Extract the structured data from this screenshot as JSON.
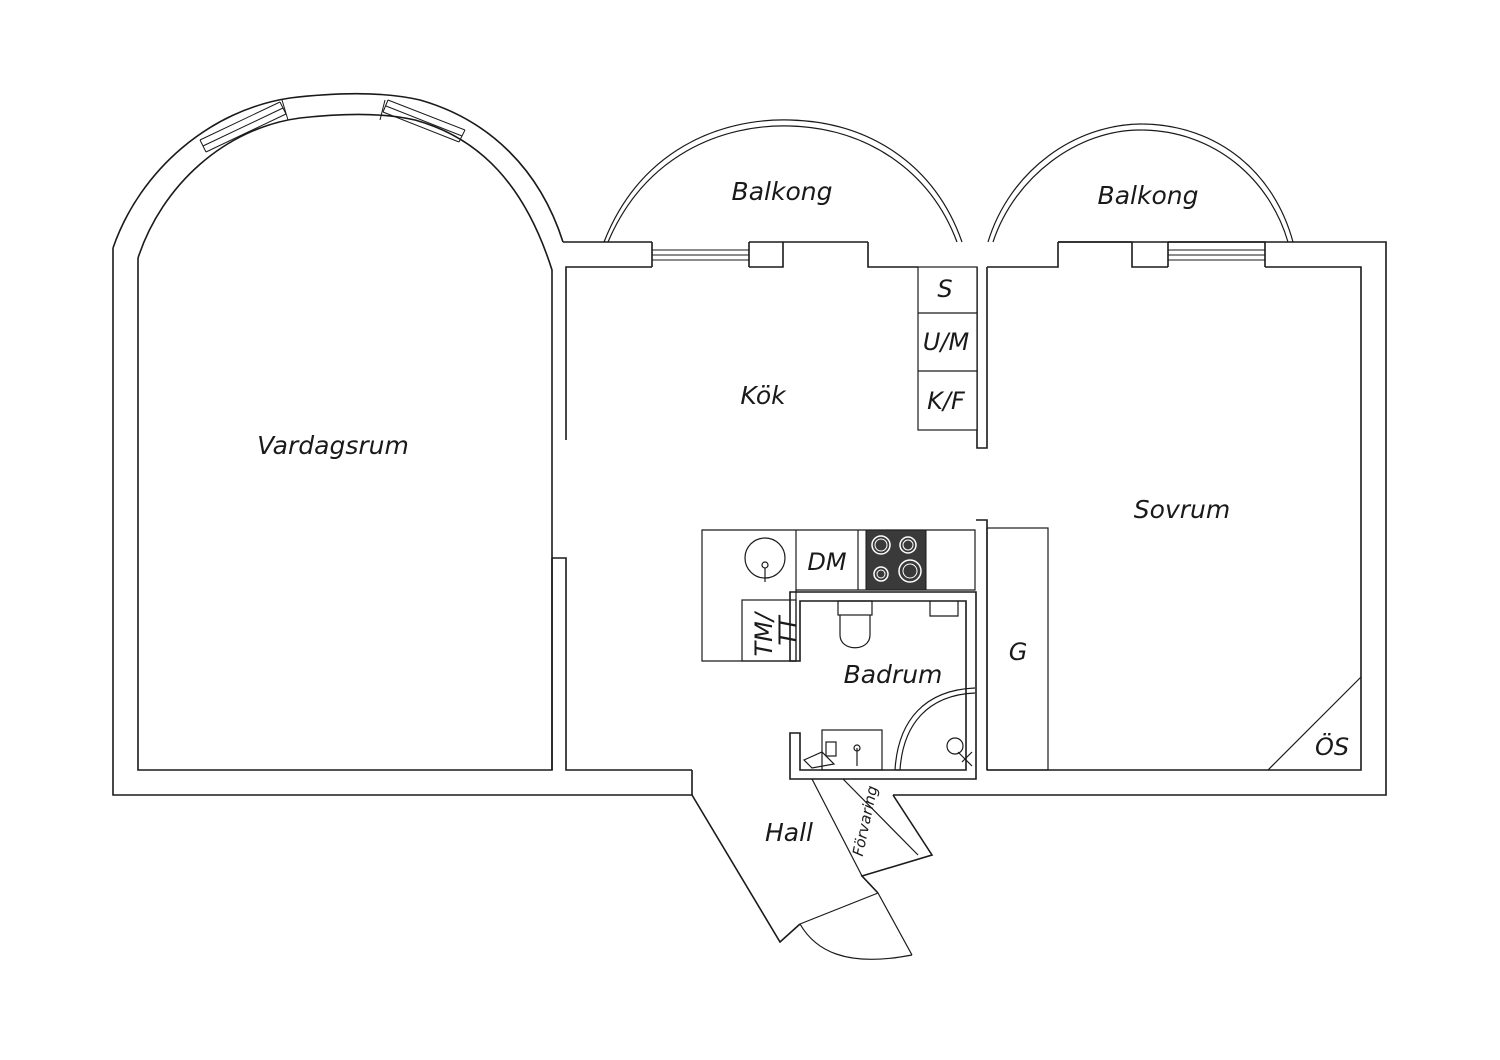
{
  "rooms": {
    "vardagsrum": "Vardagsrum",
    "kok": "Kök",
    "sovrum": "Sovrum",
    "badrum": "Badrum",
    "hall": "Hall",
    "balkong_1": "Balkong",
    "balkong_2": "Balkong"
  },
  "fixtures": {
    "s": "S",
    "um": "U/M",
    "kf": "K/F",
    "dm": "DM",
    "tm_tt": "TM/\nTT",
    "g": "G",
    "os": "ÖS",
    "forvaring": "Förvaring"
  },
  "colors": {
    "line": "#1a1a1a",
    "stove_top": "#3a3a3a",
    "background": "#ffffff"
  }
}
